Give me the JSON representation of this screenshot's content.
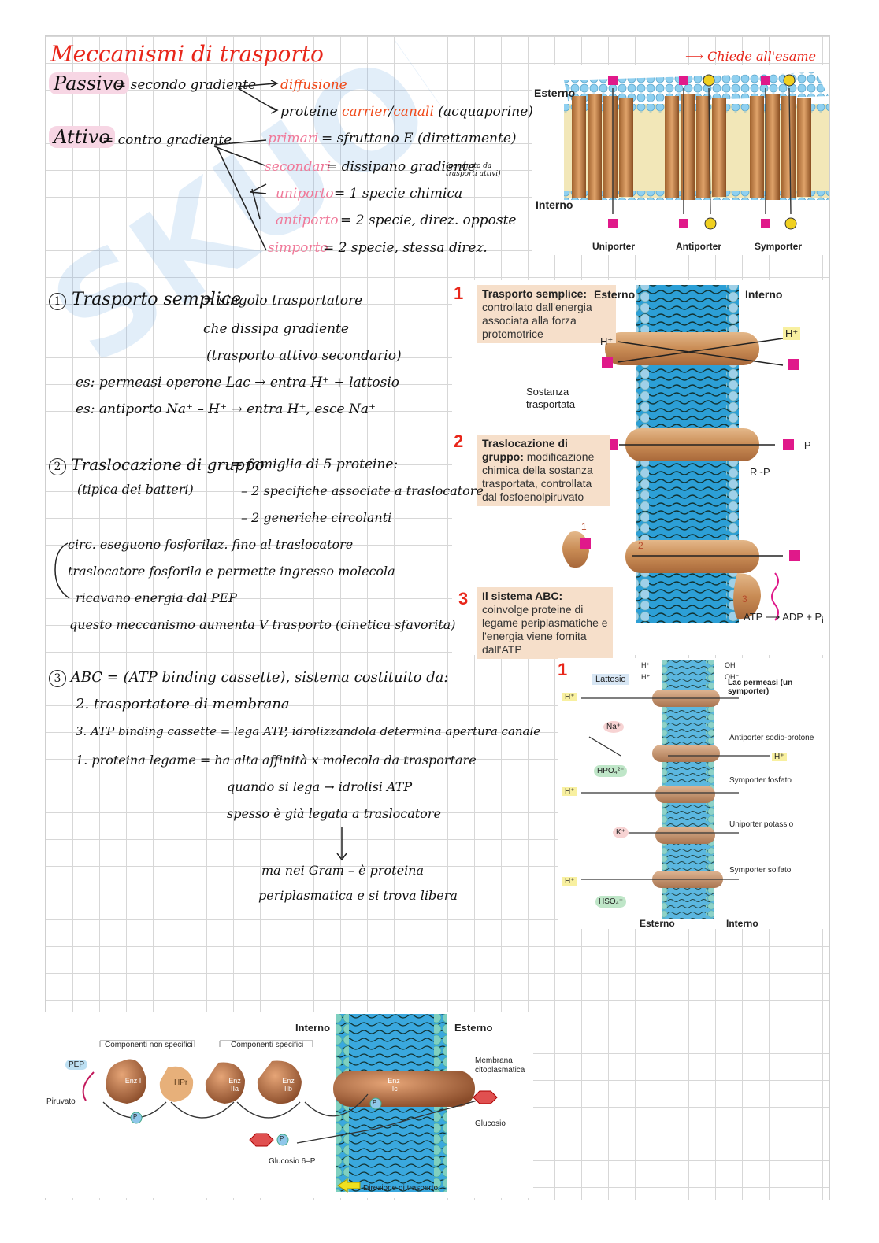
{
  "title": "Meccanismi di trasporto",
  "note_top": "Chiede all'esame",
  "intro": {
    "passivo": "Passivo",
    "passivo_def": "= secondo gradiente",
    "diffusione": "diffusione",
    "proteine": "proteine",
    "carrier": "carrier",
    "slash": "/",
    "canali": "canali",
    "acquaporine": "(acquaporine)",
    "attivo": "Attivo",
    "attivo_def": "= contro gradiente",
    "primari": "primari",
    "primari_def": "= sfruttano E (direttamente)",
    "secondari": "secondari",
    "secondari_def": "= dissipano gradiente",
    "secondari_note": "(generato da trasporti attivi)",
    "uniporto": "uniporto",
    "uniporto_def": "= 1 specie chimica",
    "antiporto": "antiporto",
    "antiporto_def": "= 2 specie, direz. opposte",
    "simporto": "simporto",
    "simporto_def": "= 2 specie, stessa direz."
  },
  "section1": {
    "marker": "1",
    "heading": "Trasporto semplice",
    "line1": "= singolo trasportatore",
    "line2": "che dissipa gradiente",
    "line3": "(trasporto attivo secondario)",
    "es1": "es: permeasi operone Lac → entra H⁺ + lattosio",
    "es2": "es: antiporto Na⁺ – H⁺ → entra H⁺, esce Na⁺"
  },
  "section2": {
    "marker": "2",
    "heading": "Traslocazione di gruppo",
    "line1": "= famiglia di 5 proteine:",
    "line2": "(tipica dei batteri)",
    "line3": "– 2 specifiche associate a traslocatore",
    "line4": "– 2 generiche circolanti",
    "line5": "circ. eseguono fosforilaz. fino al traslocatore",
    "line6": "traslocatore fosforila e permette ingresso molecola",
    "line7": "ricavano energia dal PEP",
    "line8": "questo meccanismo aumenta V trasporto (cinetica sfavorita)"
  },
  "section3": {
    "marker": "3",
    "heading": "ABC = (ATP binding cassette), sistema costituito da:",
    "item2": "2. trasportatore di membrana",
    "item3": "3. ATP binding cassette = lega ATP, idrolizzandola determina apertura canale",
    "item1": "1. proteina legame = ha alta affinità x molecola da trasportare",
    "line_a": "quando si lega → idrolisi ATP",
    "line_b": "spesso è già legata a traslocatore",
    "line_c": "ma nei Gram – è proteina",
    "line_d": "periplasmatica e si trova libera"
  },
  "fig1": {
    "esterno": "Esterno",
    "interno": "Interno",
    "uniporter": "Uniporter",
    "antiporter": "Antiporter",
    "symporter": "Symporter"
  },
  "fig2": {
    "n1": "1",
    "box1_title": "Trasporto semplice:",
    "box1_text": "controllato dall'energia associata alla forza protomotrice",
    "esterno": "Esterno",
    "interno": "Interno",
    "hplus_left": "H⁺",
    "hplus_right": "H⁺",
    "sostanza": "Sostanza trasportata",
    "n2": "2",
    "box2_title": "Traslocazione di gruppo:",
    "box2_text": "modificazione chimica della sostanza trasportata, controllata dal fosfoenolpiruvato",
    "p_label": "– P",
    "rp_label": "R~P",
    "n3": "3",
    "box3_title": "Il sistema ABC:",
    "box3_text": "coinvolge proteine di legame periplasmatiche e l'energia viene fornita dall'ATP",
    "atp": "ATP",
    "adp": "ADP + P",
    "pi_sub": "i",
    "c1": "1",
    "c2": "2",
    "c3": "3"
  },
  "fig3": {
    "n1": "1",
    "lattosio": "Lattosio",
    "lac": "Lac permeasi (un symporter)",
    "na": "Na⁺",
    "antiporter": "Antiporter sodio-protone",
    "hpo4": "HPO₄²⁻",
    "symp_fosfato": "Symporter fosfato",
    "k": "K⁺",
    "uniporter": "Uniporter potassio",
    "symp_solfato": "Symporter solfato",
    "hso4": "HSO₄⁻",
    "h": "H⁺",
    "hp": "H⁺",
    "oh": "OH⁻",
    "esterno": "Esterno",
    "interno": "Interno"
  },
  "fig4": {
    "interno": "Interno",
    "esterno": "Esterno",
    "non_specifici": "Componenti non specifici",
    "specifici": "Componenti specifici",
    "pep": "PEP",
    "piruvato": "Piruvato",
    "enz1": "Enz I",
    "hpr": "HPr",
    "enz2a": "Enz IIa",
    "enz2b": "Enz IIb",
    "enz2c": "Enz IIc",
    "membrana": "Membrana citoplasmatica",
    "glucosio": "Glucosio",
    "glucosio6p": "Glucosio 6–P",
    "p": "P",
    "direzione": "Direzione di trasporto"
  }
}
